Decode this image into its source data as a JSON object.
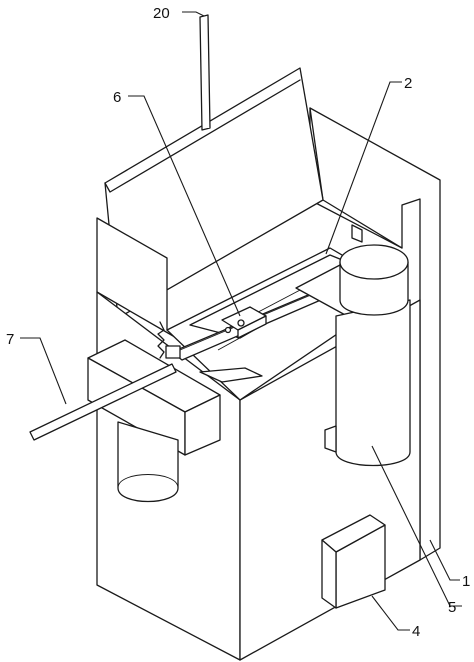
{
  "labels": {
    "l20": "20",
    "l6": "6",
    "l2": "2",
    "l7": "7",
    "l1": "1",
    "l5": "5",
    "l4": "4"
  }
}
